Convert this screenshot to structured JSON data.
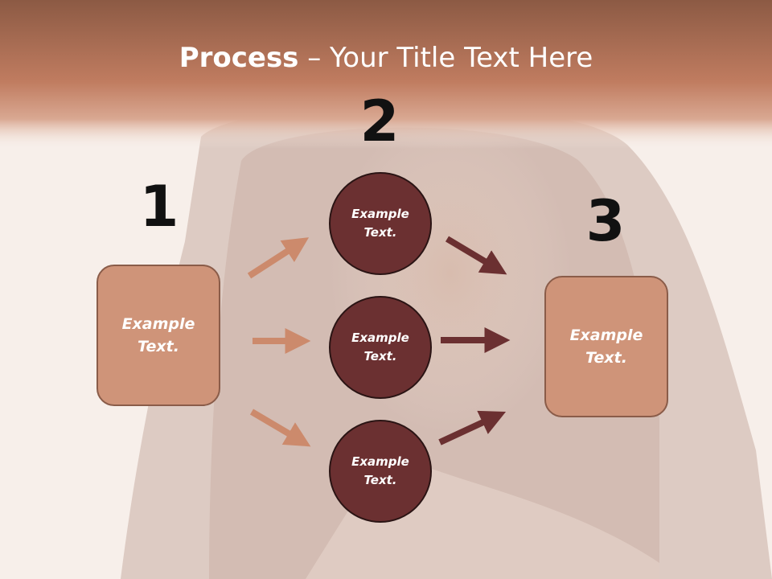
{
  "header": {
    "title_bold": "Process",
    "title_rest": " – Your Title Text Here"
  },
  "colors": {
    "header_band": "#b87457",
    "box_fill": "#cf9479",
    "circle_fill": "#6b3031",
    "light_arrow": "#cc8a6c",
    "dark_arrow": "#6b3031"
  },
  "steps": {
    "step1": "1",
    "step2": "2",
    "step3": "3"
  },
  "left_box": {
    "line1": "Example",
    "line2": "Text."
  },
  "right_box": {
    "line1": "Example",
    "line2": "Text."
  },
  "circles": [
    {
      "line1": "Example",
      "line2": "Text."
    },
    {
      "line1": "Example",
      "line2": "Text."
    },
    {
      "line1": "Example",
      "line2": "Text."
    }
  ]
}
